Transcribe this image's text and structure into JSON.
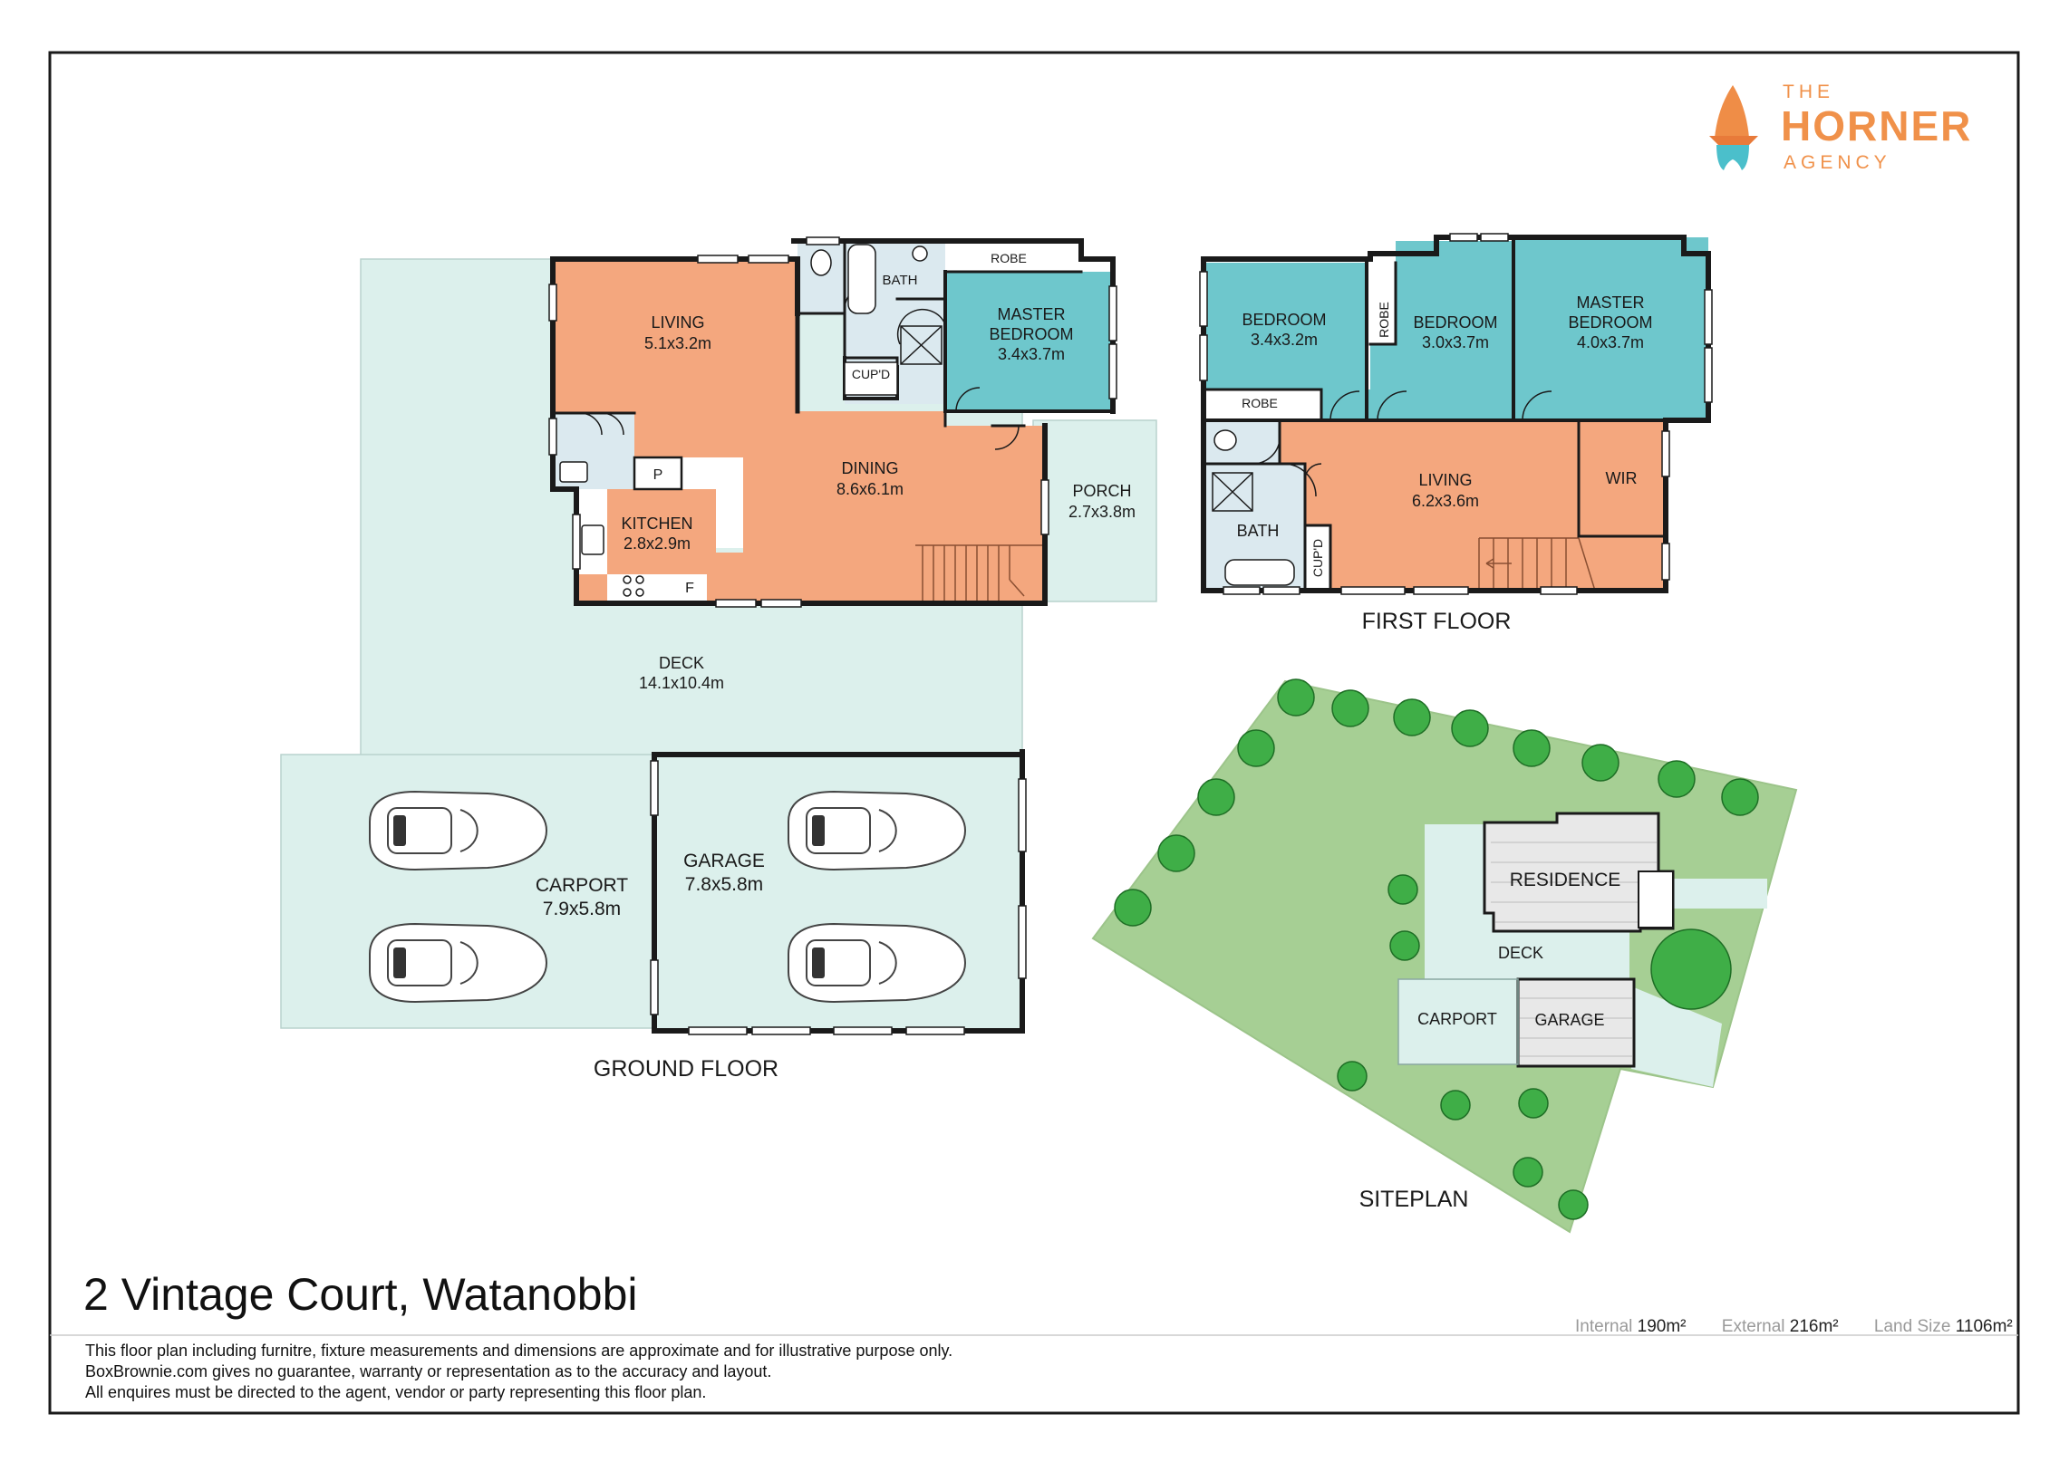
{
  "brand": {
    "line1": "THE",
    "line2": "HORNER",
    "line3": "AGENCY",
    "primary_color": "#ef8d47",
    "secondary_color": "#4bbfcb",
    "logo_icon": "gnome-hat-icon"
  },
  "colors": {
    "living": "#f4a77e",
    "bedroom": "#6ec7cc",
    "wet": "#dbe9ef",
    "outdoor": "#dcf0ec",
    "lawn": "#a6cf94",
    "wall": "#1a1a1a"
  },
  "ground_floor": {
    "heading": "GROUND FLOOR",
    "rooms": {
      "living": {
        "name": "LIVING",
        "dims": "5.1x3.2m"
      },
      "bath": {
        "name": "BATH"
      },
      "robe": {
        "name": "ROBE"
      },
      "master": {
        "name1": "MASTER",
        "name2": "BEDROOM",
        "dims": "3.4x3.7m"
      },
      "cupd": {
        "name": "CUP'D"
      },
      "dining": {
        "name": "DINING",
        "dims": "8.6x6.1m"
      },
      "pantry": {
        "name": "P"
      },
      "kitchen": {
        "name": "KITCHEN",
        "dims": "2.8x2.9m"
      },
      "fridge": {
        "name": "F"
      },
      "porch": {
        "name": "PORCH",
        "dims": "2.7x3.8m"
      },
      "deck": {
        "name": "DECK",
        "dims": "14.1x10.4m"
      },
      "carport": {
        "name": "CARPORT",
        "dims": "7.9x5.8m"
      },
      "garage": {
        "name": "GARAGE",
        "dims": "7.8x5.8m"
      }
    }
  },
  "first_floor": {
    "heading": "FIRST FLOOR",
    "rooms": {
      "bed1": {
        "name": "BEDROOM",
        "dims": "3.4x3.2m"
      },
      "robe_v": {
        "name": "ROBE"
      },
      "bed2": {
        "name": "BEDROOM",
        "dims": "3.0x3.7m"
      },
      "master": {
        "name1": "MASTER",
        "name2": "BEDROOM",
        "dims": "4.0x3.7m"
      },
      "robe_h": {
        "name": "ROBE"
      },
      "living": {
        "name": "LIVING",
        "dims": "6.2x3.6m"
      },
      "wir": {
        "name": "WIR"
      },
      "bath": {
        "name": "BATH"
      },
      "cupd": {
        "name": "CUP'D"
      }
    }
  },
  "siteplan": {
    "heading": "SITEPLAN",
    "residence": "RESIDENCE",
    "deck": "DECK",
    "carport": "CARPORT",
    "garage": "GARAGE"
  },
  "property": {
    "address": "2 Vintage Court, Watanobbi",
    "internal_label": "Internal",
    "internal_value": "190m²",
    "external_label": "External",
    "external_value": "216m²",
    "land_label": "Land Size",
    "land_value": "1106m²"
  },
  "disclaimer": [
    "This floor plan including furnitre, fixture measurements and dimensions are approximate and for illustrative purpose only.",
    "BoxBrownie.com gives no guarantee, warranty or representation as to the accuracy and layout.",
    "All enquires must be directed to the agent, vendor or party representing this floor plan."
  ]
}
